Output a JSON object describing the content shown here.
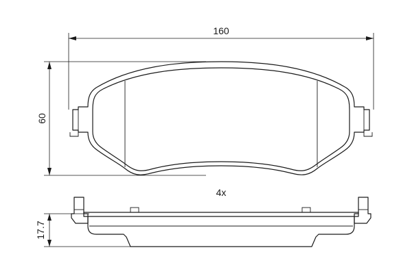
{
  "drawing": {
    "width_label": "160",
    "height_label": "60",
    "thickness_label": "17.7",
    "quantity_label": "4x"
  }
}
